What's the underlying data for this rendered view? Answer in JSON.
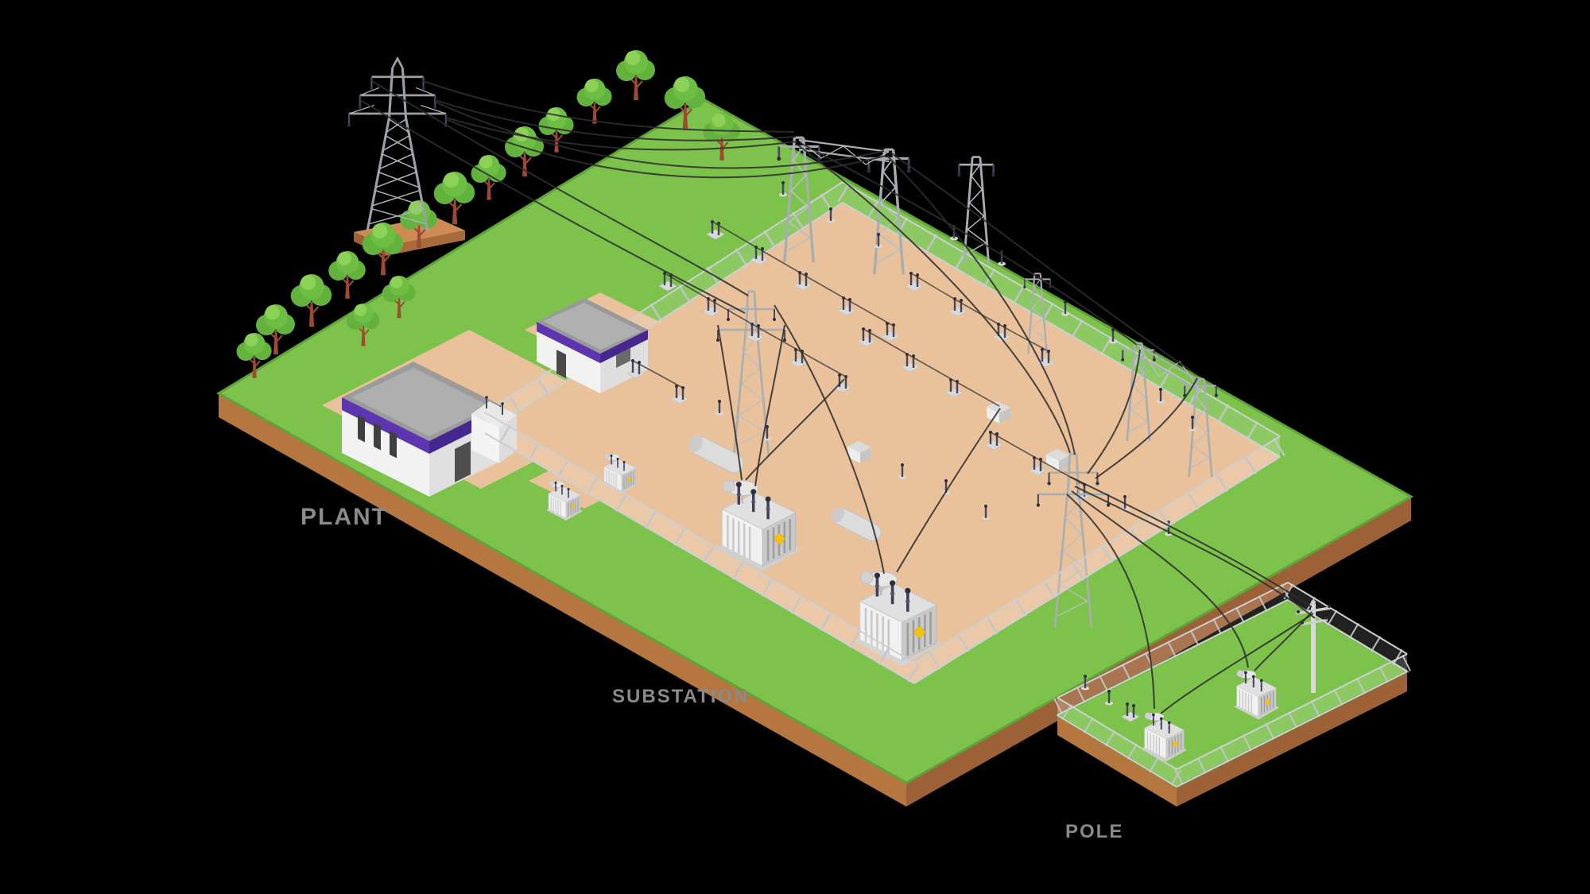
{
  "scene": {
    "background_color": "#000000",
    "labels": {
      "plant": "PLANT",
      "substation": "SUBSTATION",
      "pole": "POLE"
    },
    "palette": {
      "grass": "#7CC24B",
      "grass_shadow": "#5FA33A",
      "earth_side": "#B5763F",
      "earth_side_dark": "#9C6136",
      "yard_sand": "#E9C29B",
      "steel_light": "#C9CDD1",
      "steel_mid": "#A8ADB2",
      "equipment_dark": "#44445A",
      "building_white": "#F2F2F2",
      "accent_purple": "#5E35B1",
      "accent_purple_dark": "#46278F",
      "roof_gray": "#9E9E9E",
      "wire": "#2E2E2E",
      "tree_green": "#6FBE44",
      "tree_green_light": "#8ED159",
      "trunk_brown": "#9C4A32",
      "fence_gray": "#CDD0D2",
      "warning_yellow": "#F4C20D",
      "label_gray": "#8A8A8A"
    },
    "components": {
      "transmission_tower": 1,
      "yard_lattice_towers": 7,
      "power_transformers": 2,
      "distribution_transformers": 2,
      "control_buildings": 2,
      "equipment_cabinet": 1,
      "utility_pole": 1,
      "trees": 16,
      "fenced_yards": 2
    }
  }
}
